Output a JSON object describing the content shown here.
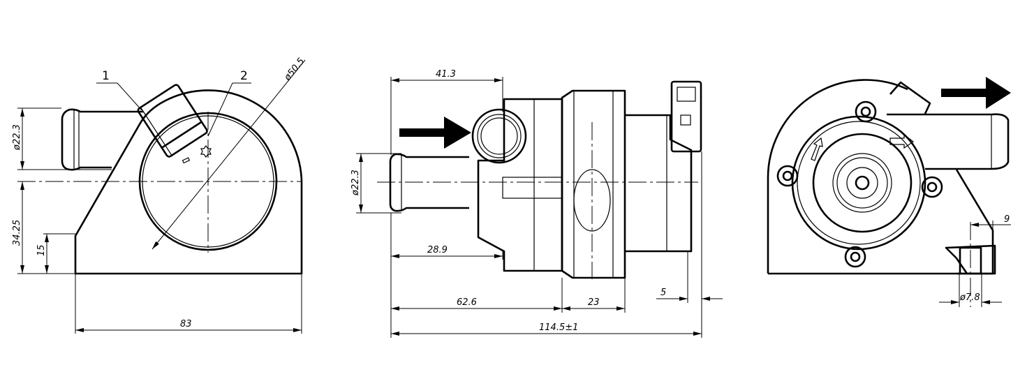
{
  "drawing": {
    "colors": {
      "line": "#000000",
      "background": "#ffffff"
    },
    "front_view": {
      "callouts": [
        "1",
        "2"
      ],
      "dims": {
        "inlet_diameter": "ø22.3",
        "center_height": "34.25",
        "base_step": "15",
        "width": "83",
        "volute_diameter": "ø50.5"
      }
    },
    "side_view": {
      "dims": {
        "inlet_offset": "41.3",
        "inlet_diameter": "ø22.3",
        "inlet_length": "28.9",
        "to_flange": "62.6",
        "flange_width": "23",
        "connector_offset": "5",
        "overall_length": "114.5±1"
      }
    },
    "rear_view": {
      "dims": {
        "drain_offset": "9",
        "drain_diameter": "ø7.8"
      }
    }
  }
}
